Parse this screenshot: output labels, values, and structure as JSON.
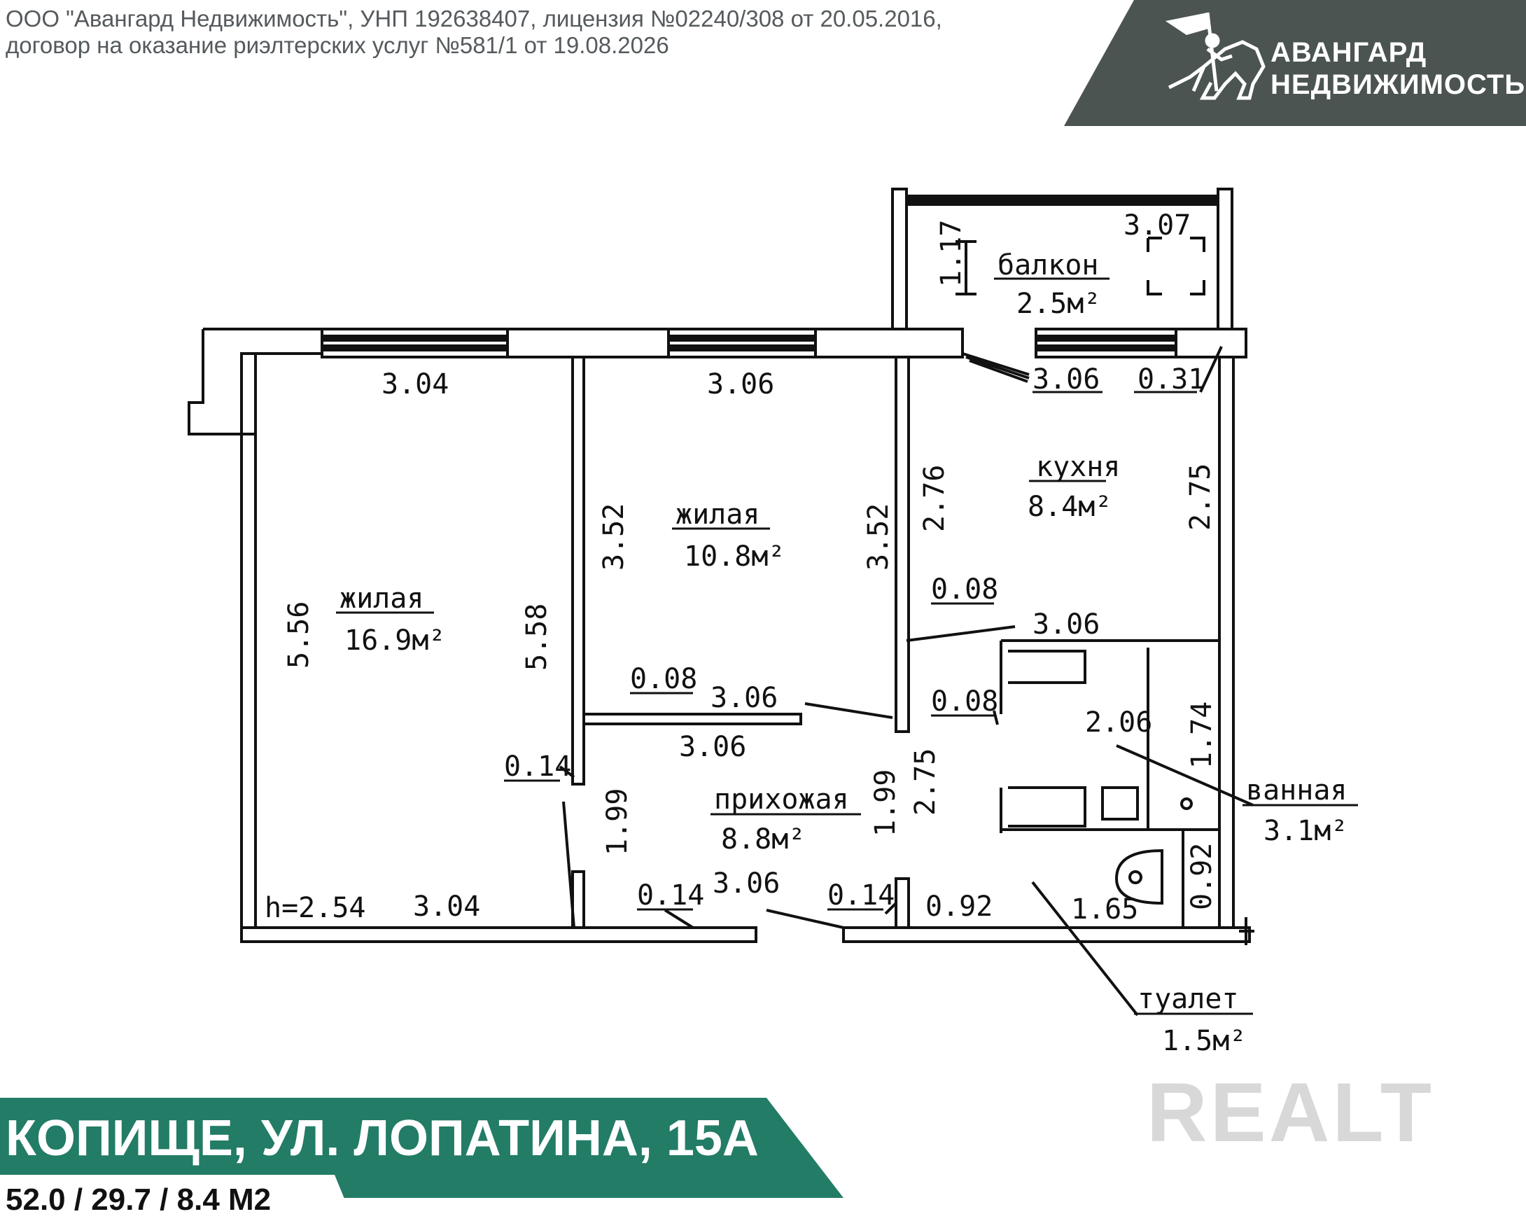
{
  "header": {
    "legal_line1": "ООО \"Авангард Недвижимость\", УНП 192638407, лицензия №02240/308 от 20.05.2016,",
    "legal_line2": "договор на оказание риэлтерских услуг №581/1 от 19.08.2026"
  },
  "brand": {
    "line1": "АВАНГАРД",
    "line2": "НЕДВИЖИМОСТЬ",
    "colors": {
      "panel": "#4b5450",
      "text": "#ffffff"
    },
    "icon": "knight-on-horse-icon"
  },
  "plan": {
    "rooms": {
      "living1": {
        "name": "жилая",
        "area": "16.9м²"
      },
      "living2": {
        "name": "жилая",
        "area": "10.8м²"
      },
      "kitchen": {
        "name": "кухня",
        "area": "8.4м²"
      },
      "balcony": {
        "name": "балкон",
        "area": "2.5м²"
      },
      "hall": {
        "name": "прихожая",
        "area": "8.8м²"
      },
      "bath": {
        "name": "ванная",
        "area": "3.1м²"
      },
      "toilet": {
        "name": "туалет",
        "area": "1.5м²"
      }
    },
    "dimensions": {
      "d_304_top": "3.04",
      "d_306_top": "3.06",
      "d_306_kitchen_top": "3.06",
      "d_031": "0.31",
      "d_307": "3.07",
      "d_117": "1.17",
      "d_556": "5.56",
      "d_558": "5.58",
      "d_352_left": "3.52",
      "d_352_right": "3.52",
      "d_276": "2.76",
      "d_275_kitchen": "2.75",
      "d_008_kitchen": "0.08",
      "d_306_kitchen_bottom": "3.06",
      "d_008_living2": "0.08",
      "d_306_living2_bottom": "3.06",
      "d_306_hall_top": "3.06",
      "d_008_bath": "0.08",
      "d_206": "2.06",
      "d_174": "1.74",
      "d_014_left": "0.14",
      "d_199_left": "1.99",
      "d_199_hall": "1.99",
      "d_275_hall": "2.75",
      "h": "h=2.54",
      "d_304_bottom": "3.04",
      "d_014_bottom": "0.14",
      "d_306_hall_bottom": "3.06",
      "d_014_right": "0.14",
      "d_092_bottom": "0.92",
      "d_165": "1.65",
      "d_092_toilet": "0.92"
    }
  },
  "footer": {
    "address": "КОПИЩЕ, УЛ. ЛОПАТИНА, 15А",
    "areas": "52.0 / 29.7 / 8.4 М2",
    "colors": {
      "band": "#227c66",
      "sub_band": "#ffffff"
    }
  },
  "watermark": "REALT"
}
